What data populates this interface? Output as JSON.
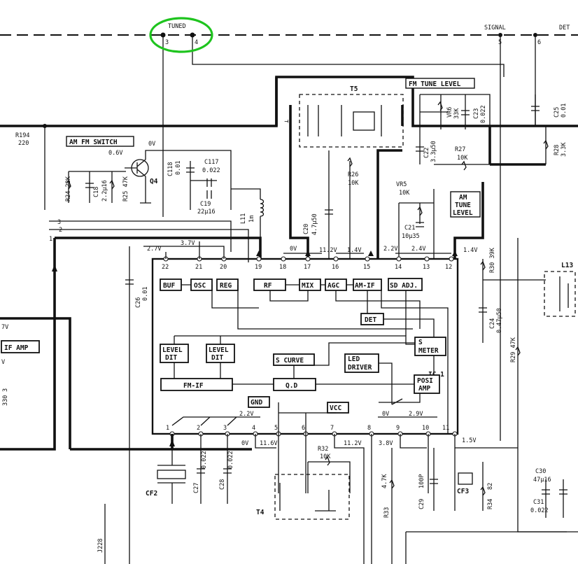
{
  "top_bus": {
    "tuned": "TUNED",
    "signal": "SIGNAL",
    "det": "DET",
    "pin3": "3",
    "pin4": "4",
    "pin5": "5",
    "pin6": "6"
  },
  "labels": {
    "fm_tune_level": "FM TUNE LEVEL",
    "am_fm_switch": "AM FM SWITCH",
    "am_tune_level_1": "AM",
    "am_tune_level_2": "TUNE",
    "am_tune_level_3": "LEVEL",
    "if_amp": "IF AMP",
    "ic1": "IC 1"
  },
  "blocks": {
    "buf": "BUF",
    "osc": "OSC",
    "reg": "REG",
    "rf": "RF",
    "mix": "MIX",
    "agc": "AGC",
    "am_if": "AM-IF",
    "sd_adj": "SD ADJ.",
    "det": "DET",
    "level_det_1a": "LEVEL",
    "level_det_1b": "DIT",
    "level_det_2a": "LEVEL",
    "level_det_2b": "DIT",
    "s_curve": "S CURVE",
    "s_meter_1": "S",
    "s_meter_2": "METER",
    "led_driver_1": "LED",
    "led_driver_2": "DRIVER",
    "fm_if": "FM-IF",
    "qd": "Q.D",
    "posi_amp_1": "POSI",
    "posi_amp_2": "AMP",
    "gnd": "GND",
    "vcc": "VCC"
  },
  "ic_pins_top": [
    "22",
    "21",
    "20",
    "19",
    "18",
    "17",
    "16",
    "15",
    "14",
    "13",
    "12"
  ],
  "ic_pins_bottom": [
    "1",
    "2",
    "3",
    "4",
    "5",
    "6",
    "7",
    "8",
    "9",
    "10",
    "11"
  ],
  "voltages": {
    "v22": "2.7V",
    "v21": "3.7V",
    "v18": "0V",
    "v17": "11.2V",
    "v16": "1.4V",
    "v14": "2.2V",
    "v13": "2.4V",
    "v12": "1.4V",
    "v3": "2.2V",
    "v4": "0V",
    "v5": "11.6V",
    "v7": "11.2V",
    "v8": "3.8V",
    "v8b": "0V",
    "v10": "2.9V",
    "v11": "1.5V",
    "q4_base": "0.6V",
    "q4_col": "0V",
    "left_7v": "7V",
    "left_v": "V"
  },
  "components": {
    "r194": "R194",
    "r194_val": "220",
    "r24": "R24 22K",
    "c18": "C18",
    "c18_val": "2.2μ16",
    "r25": "R25 47K",
    "c118": "C118",
    "c118_val": "0.01",
    "c117": "C117",
    "c117_val": "0.022",
    "c19": "C19",
    "c19_val": "22μ16",
    "q4": "Q4",
    "l11": "L11",
    "l11_val": "1m",
    "c20": "C20",
    "c20_val": "4.7μ50",
    "r26": "R26",
    "r26_val": "10K",
    "t5": "T5",
    "c22": "C22",
    "c22_val": "3.3μ50",
    "vr6": "VR6",
    "vr6_val": "33K",
    "c23": "C23",
    "c23_val": "0.022",
    "r27": "R27",
    "r27_val": "10K",
    "c25": "C25",
    "c25_val": "0.01",
    "r28": "R28",
    "r28_val": "3.3K",
    "vr5": "VR5",
    "vr5_val": "10K",
    "c21": "C21",
    "c21_val": "10μ35",
    "r30": "R30 39K",
    "c24": "C24",
    "c24_val": "0.47μ50",
    "r29": "R29 47K",
    "l13": "L13",
    "c26": "C26",
    "c26_val": "0.01",
    "cf2": "CF2",
    "c27": "C27",
    "c27_val": "0.022",
    "c28": "C28",
    "c28_val": "0.022",
    "r32": "R32",
    "r32_val": "10K",
    "t4": "T4",
    "r33": "R33",
    "r33_val": "4.7K",
    "c29": "C29",
    "c29_val": "100P",
    "cf3": "CF3",
    "r34": "R34",
    "r34_val": "82",
    "c30": "C30",
    "c30_val": "47μ16",
    "c31": "C31",
    "c31_val": "0.022",
    "j228": "J228",
    "r_330": "330",
    "r_left": "3",
    "conn3": "3",
    "conn2": "2",
    "conn1": "1"
  }
}
